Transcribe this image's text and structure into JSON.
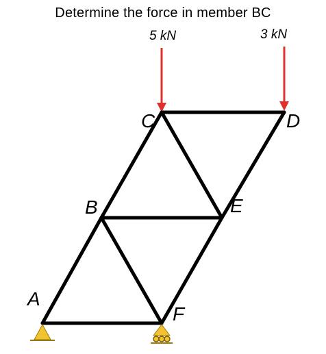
{
  "problem": {
    "title": "Determine the force in member BC"
  },
  "loads": {
    "c_load": "5 kN",
    "d_load": "3 kN",
    "arrow_color": "#e0302e"
  },
  "nodes": {
    "a": "A",
    "b": "B",
    "c": "C",
    "d": "D",
    "e": "E",
    "f": "F"
  },
  "colors": {
    "member": "#000000",
    "support": "#f2c230"
  }
}
